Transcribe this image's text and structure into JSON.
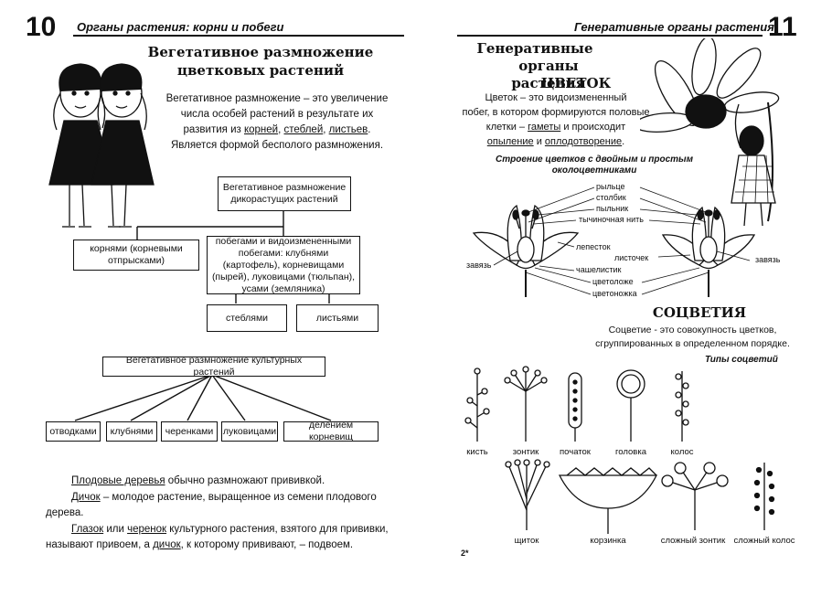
{
  "left": {
    "page_number": "10",
    "running_head": "Органы растения: корни и побеги",
    "title_line1": "Вегетативное размножение",
    "title_line2": "цветковых растений",
    "definition": {
      "l1": "Вегетативное размножение – это увеличение",
      "l2": "числа особей растений в результате их",
      "l3a": "развития из ",
      "l3b": "корней",
      "l3c": ", ",
      "l3d": "стеблей",
      "l3e": ", ",
      "l3f": "листьев",
      "l3g": ".",
      "l4": "Является формой бесполого размножения."
    },
    "wild_box": "Вегетативное размножение дикорастущих растений",
    "roots_box": "корнями (корневыми отпрысками)",
    "shoots_box": "побегами и видоизмененными побегами: клубнями (картофель), корневищами (пырей), луковицами (тюльпан), усами (земляника)",
    "stems_box": "стеблями",
    "leaves_box": "листьями",
    "cultivated_box": "Вегетативное размножение культурных растений",
    "methods": [
      "отводками",
      "клубнями",
      "черенками",
      "луковицами",
      "делением корневищ"
    ],
    "bottom": {
      "p1a": "Плодовые деревья",
      "p1b": " обычно размножают прививкой.",
      "p2a": "Дичок",
      "p2b": " – молодое растение, выращенное из семени плодового",
      "p2c": "дерева.",
      "p3a": "Глазок",
      "p3b": " или ",
      "p3c": "черенок",
      "p3d": " культурного растения, взятого для прививки,",
      "p4a": "называют привоем, а ",
      "p4b": "дичок",
      "p4c": ", к которому прививают, – подвоем."
    }
  },
  "right": {
    "page_number": "11",
    "running_head": "Генеративные органы растения",
    "title_line1": "Генеративные",
    "title_line2": "органы растения",
    "section": "ЦВЕТОК",
    "definition": {
      "l1": "Цветок – это видоизмененный",
      "l2": "побег, в котором формируются половые",
      "l3a": "клетки – ",
      "l3b": "гаметы",
      "l3c": " и происходит",
      "l4a": "опыление",
      "l4b": " и ",
      "l4c": "оплодотворение",
      "l4d": "."
    },
    "structure_title_l1": "Строение цветков с двойным и простым",
    "structure_title_l2": "околоцветниками",
    "flower_labels": [
      "рыльце",
      "столбик",
      "пыльник",
      "тычиночная нить",
      "лепесток",
      "листочек",
      "чашелистик",
      "цветоложе",
      "цветоножка"
    ],
    "ovary_left": "завязь",
    "ovary_right": "завязь",
    "infl_title": "СОЦВЕТИЯ",
    "infl_def_l1": "Соцветие - это совокупность цветков,",
    "infl_def_l2": "сгруппированных в определенном порядке.",
    "infl_types_title": "Типы соцветий",
    "infl_types_row1": [
      "кисть",
      "зонтик",
      "початок",
      "головка",
      "колос"
    ],
    "infl_types_row2": [
      "щиток",
      "корзинка",
      "сложный зонтик",
      "сложный колос"
    ],
    "footer_mark": "2*"
  }
}
